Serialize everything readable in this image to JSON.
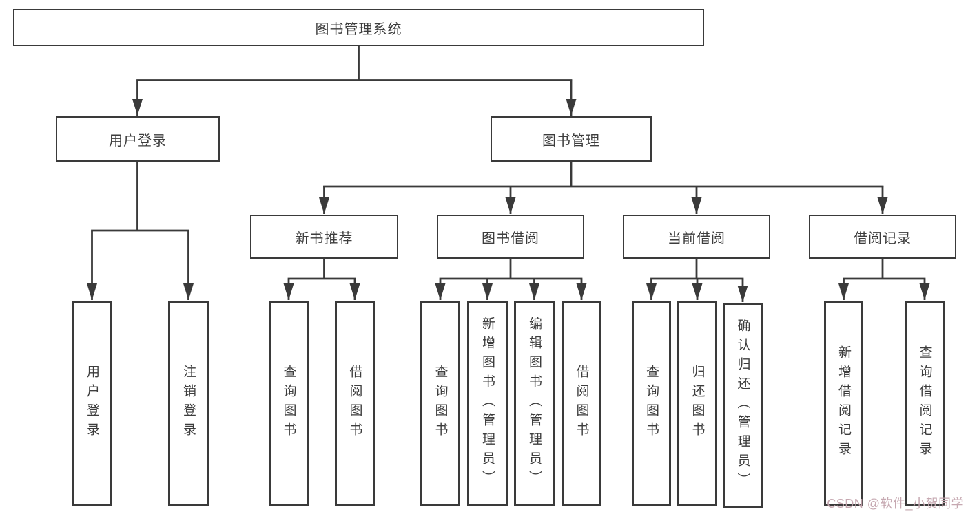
{
  "tree": {
    "root": {
      "label": "图书管理系统",
      "children": [
        {
          "label": "用户登录",
          "children": [
            {
              "label": "用户登录"
            },
            {
              "label": "注销登录"
            }
          ]
        },
        {
          "label": "图书管理",
          "children": [
            {
              "label": "新书推荐",
              "children": [
                {
                  "label": "查询图书"
                },
                {
                  "label": "借阅图书"
                }
              ]
            },
            {
              "label": "图书借阅",
              "children": [
                {
                  "label": "查询图书"
                },
                {
                  "label": "新增图书（管理员）"
                },
                {
                  "label": "编辑图书（管理员）"
                },
                {
                  "label": "借阅图书"
                }
              ]
            },
            {
              "label": "当前借阅",
              "children": [
                {
                  "label": "查询图书"
                },
                {
                  "label": "归还图书"
                },
                {
                  "label": "确认归还（管理员）"
                }
              ]
            },
            {
              "label": "借阅记录",
              "children": [
                {
                  "label": "新增借阅记录"
                },
                {
                  "label": "查询借阅记录"
                }
              ]
            }
          ]
        }
      ]
    }
  },
  "watermark": {
    "text": "CSDN @软件_小贺同学"
  },
  "colors": {
    "line": "#3a3a3a",
    "box_border": "#3a3a3a",
    "box_fill": "#ffffff",
    "text": "#3d3d3d",
    "watermark": "#c3a4ad",
    "background": "#ffffff"
  }
}
